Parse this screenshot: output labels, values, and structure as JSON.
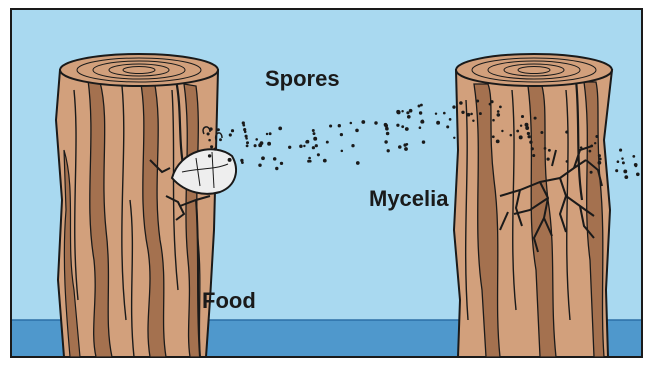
{
  "labels": {
    "spores": "Spores",
    "mycelia": "Mycelia",
    "food": "Food"
  },
  "colors": {
    "sky": "#a9d9f0",
    "water": "#4f98cc",
    "wood": "#d2a07c",
    "wood_dark": "#a4714f",
    "outline": "#1a1a1a",
    "beetle": "#eeeeee"
  }
}
